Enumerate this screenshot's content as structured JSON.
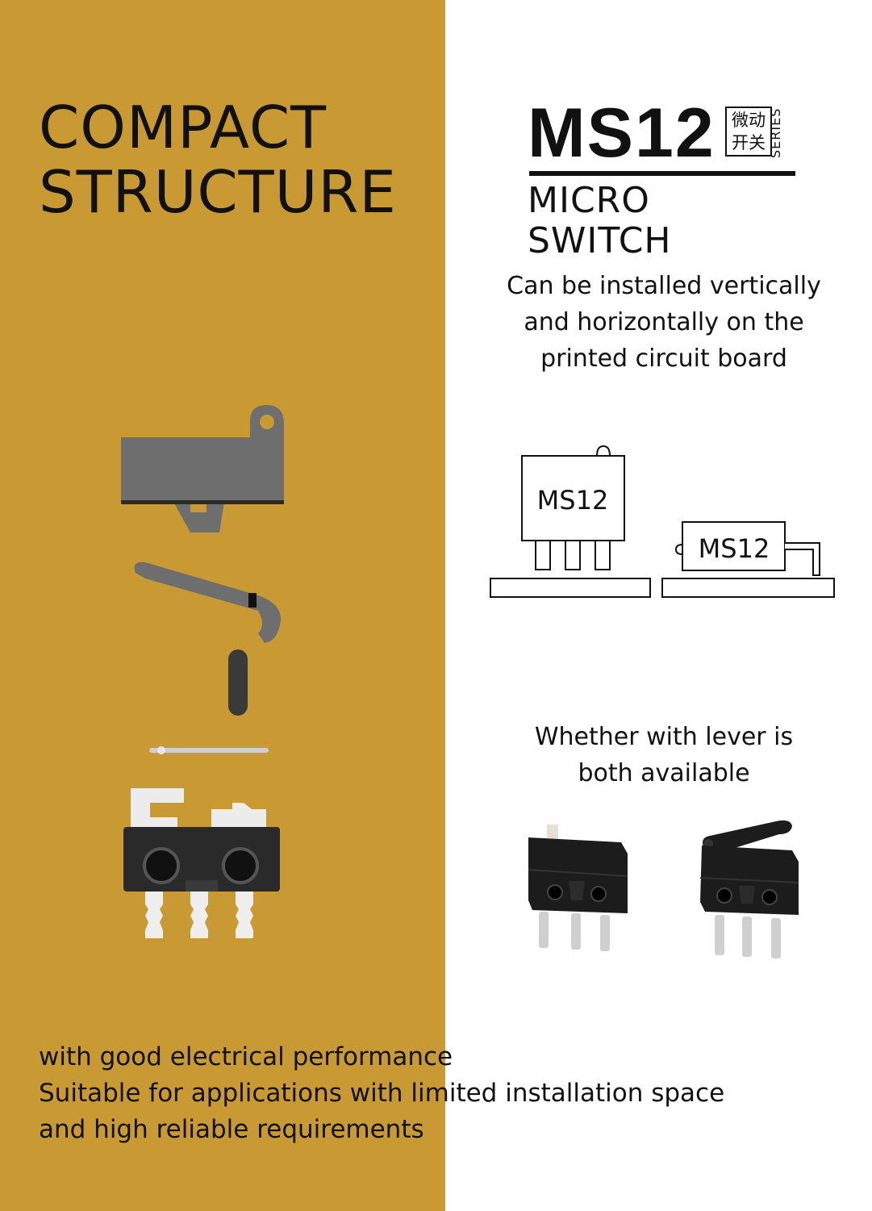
{
  "headline": {
    "line1": "COMPACT",
    "line2": "STRUCTURE"
  },
  "brand": {
    "model": "MS12",
    "cn_line1": "微动",
    "cn_line2": "开关",
    "series": "SERIES",
    "subtitle": "MICRO SWITCH"
  },
  "mounting": {
    "line1": "Can be installed vertically",
    "line2": "and horizontally on the",
    "line3": "printed circuit board",
    "vertical_label": "MS12",
    "horizontal_label": "MS12"
  },
  "lever": {
    "line1": "Whether with lever is",
    "line2": "both available"
  },
  "footer": {
    "line1": "with good electrical performance",
    "line2": "Suitable for applications with limited installation space",
    "line3": "and high reliable requirements"
  },
  "colors": {
    "panel": "#c99a33",
    "part_gray": "#6e6e6e",
    "part_dark": "#2a2a2a",
    "metal": "#d8d8d8"
  }
}
